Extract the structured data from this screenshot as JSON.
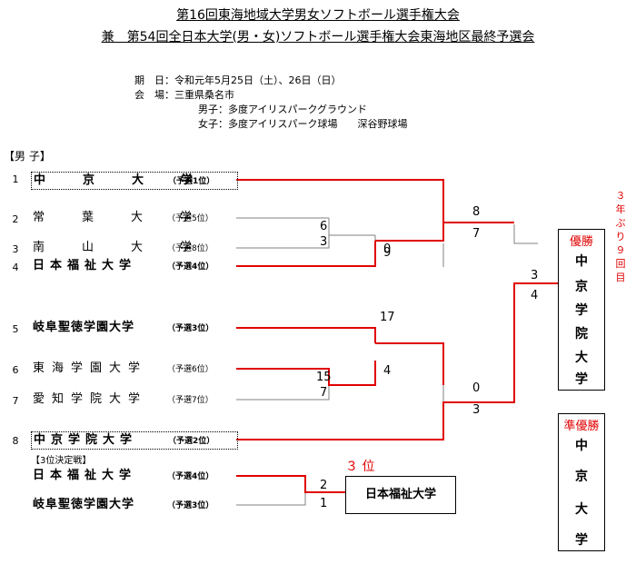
{
  "title_line1": "第16回東海地域大学男女ソフトボール選手権大会",
  "title_line2": "兼　第54回全日本大学(男・女)ソフトボール選手権大会東海地区最終予選会",
  "info": {
    "date": "期　日：令和元年5月25日（土）、26日（日）",
    "venue": "会　場：三重県桑名市",
    "venue_men": "男子：多度アイリスパークグラウンド",
    "venue_women": "女子：多度アイリスパーク球場　　深谷野球場"
  },
  "section_men": "【男 子】",
  "teams": [
    {
      "no": "1",
      "name": "中　京　大　学",
      "seed": "（予選1位）"
    },
    {
      "no": "2",
      "name": "常　葉　大　学",
      "seed": "（予選5位）"
    },
    {
      "no": "3",
      "name": "南　山　大　学",
      "seed": "（予選8位）"
    },
    {
      "no": "4",
      "name": "日本福祉大学",
      "seed": "（予選4位）"
    },
    {
      "no": "5",
      "name": "岐阜聖徳学園大学",
      "seed": "（予選3位）"
    },
    {
      "no": "6",
      "name": "東海学園大学",
      "seed": "（予選6位）"
    },
    {
      "no": "7",
      "name": "愛知学院大学",
      "seed": "（予選7位）"
    },
    {
      "no": "8",
      "name": "中京学院大学",
      "seed": "（予選2位）"
    }
  ],
  "third_place_label": "【3位決定戦】",
  "third_place_teams": [
    {
      "name": "日本福祉大学",
      "seed": "（予選4位）"
    },
    {
      "name": "岐阜聖徳学園大学",
      "seed": "（予選3位）"
    }
  ],
  "scores": {
    "r1_m2_top": "6",
    "r1_m2_bot": "3",
    "r1_m3_top": "15",
    "r1_m3_bot": "7",
    "r2_m1_top": "0",
    "r2_m1_bot": "9",
    "r2_m2_top": "17",
    "r2_m2_bot": "4",
    "sf1_top": "8",
    "sf1_bot": "7",
    "sf2_top": "0",
    "sf2_bot": "3",
    "final_top": "3",
    "final_bot": "4",
    "third_top": "2",
    "third_bot": "1"
  },
  "third_place_title": "３ 位",
  "third_place_winner": "日本福祉大学",
  "champion_label": "優勝",
  "champion_chars": [
    "中",
    "京",
    "学",
    "院",
    "大",
    "学"
  ],
  "runnerup_label": "準優勝",
  "runnerup_chars": [
    "中",
    "京",
    "大",
    "学"
  ],
  "champion_note_chars": [
    "３",
    "年",
    "ぶ",
    "り",
    "９",
    "回",
    "目"
  ],
  "colors": {
    "winner_line": "#e00000",
    "line": "#808080",
    "accent_text": "#e00000"
  }
}
